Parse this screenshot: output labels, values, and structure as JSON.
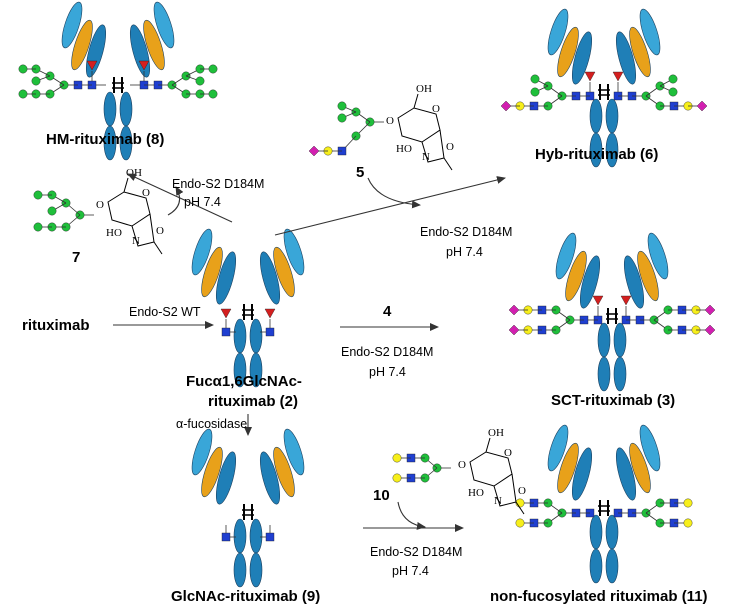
{
  "compounds": {
    "hm": {
      "name": "HM-rituximab (8)"
    },
    "hyb": {
      "name": "Hyb-rituximab (6)"
    },
    "rtx": {
      "name": "rituximab"
    },
    "fuc": {
      "name_line1": "Fucα1,6GlcNAc-",
      "name_line2": "rituximab (2)"
    },
    "sct": {
      "name": "SCT-rituximab (3)"
    },
    "glc": {
      "name": "GlcNAc-rituximab (9)"
    },
    "nonfuc": {
      "name": "non-fucosylated rituximab (11)"
    }
  },
  "oxazolines": {
    "c5": "5",
    "c7": "7",
    "c10": "10",
    "c4": "4"
  },
  "conditions": {
    "endo_wt": "Endo-S2 WT",
    "endo_mut": "Endo-S2 D184M",
    "ph": "pH 7.4",
    "fucosidase": "α-fucosidase"
  },
  "atom_labels": {
    "oh": "OH",
    "ho": "HO",
    "o": "O",
    "n": "N"
  },
  "colors": {
    "ab_dark": "#1f7fb7",
    "ab_light": "#39a6d8",
    "ab_orange": "#e8a11a",
    "man_green": "#1fbf3b",
    "glcnac_blue": "#1f3fd0",
    "gal_yellow": "#f7ef1b",
    "sia_magenta": "#d21fb0",
    "fuc_red": "#d41f1f"
  }
}
